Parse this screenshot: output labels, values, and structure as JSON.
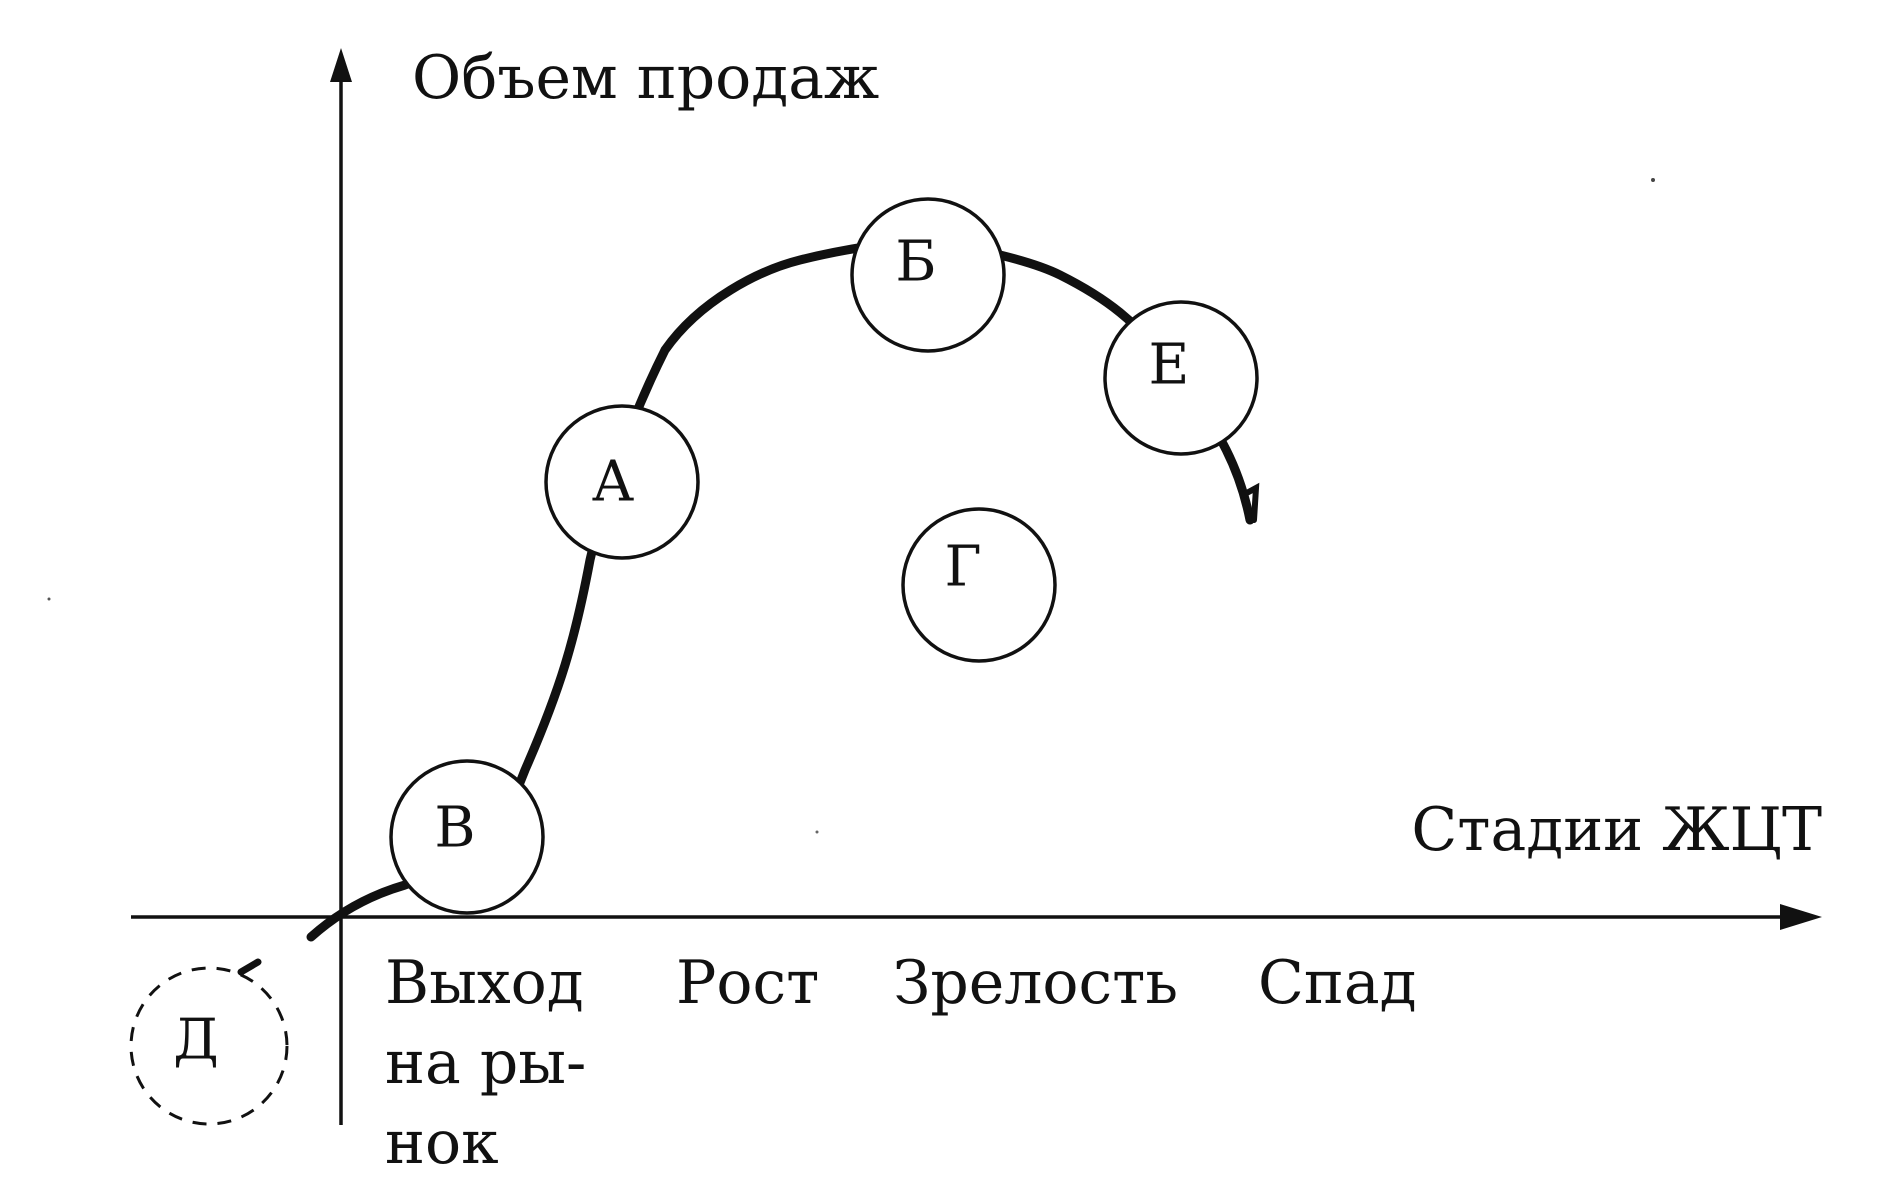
{
  "axes": {
    "y_label": "Объем продаж",
    "x_label": "Стадии ЖЦТ"
  },
  "stages": [
    {
      "id": "entry",
      "lines": [
        "Выход",
        "на ры-",
        "нок"
      ]
    },
    {
      "id": "growth",
      "lines": [
        "Рост"
      ]
    },
    {
      "id": "maturity",
      "lines": [
        "Зрелость"
      ]
    },
    {
      "id": "decline",
      "lines": [
        "Спад"
      ]
    }
  ],
  "circles": [
    {
      "id": "a",
      "label": "А",
      "style": "solid"
    },
    {
      "id": "b",
      "label": "Б",
      "style": "solid"
    },
    {
      "id": "v",
      "label": "В",
      "style": "solid"
    },
    {
      "id": "g",
      "label": "Г",
      "style": "solid"
    },
    {
      "id": "d",
      "label": "Д",
      "style": "dashed"
    },
    {
      "id": "e",
      "label": "Е",
      "style": "solid"
    }
  ],
  "colors": {
    "ink": "#111111",
    "background": "#ffffff"
  }
}
